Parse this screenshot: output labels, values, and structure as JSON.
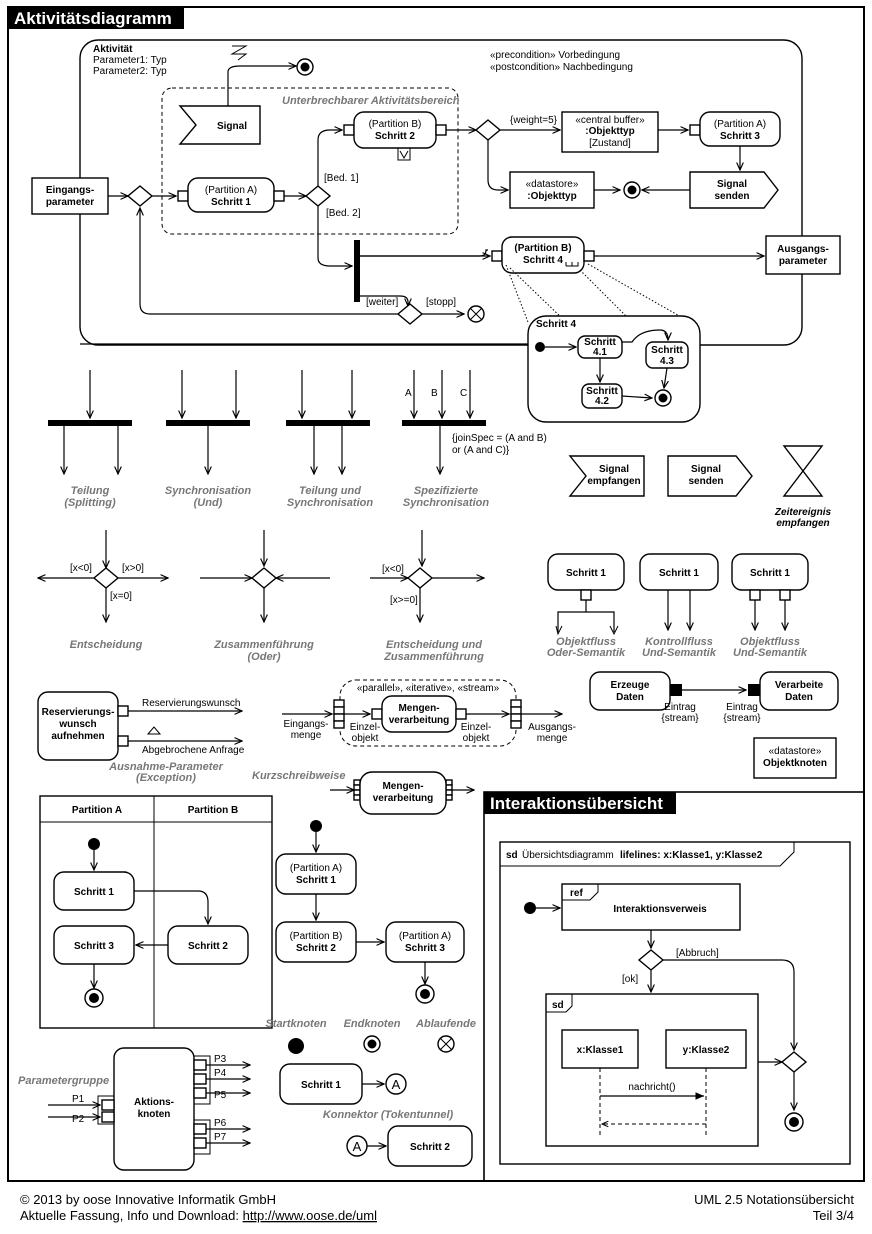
{
  "titles": {
    "main": "Aktivitätsdiagramm",
    "interaction": "Interaktionsübersicht"
  },
  "top": {
    "activity": [
      "Aktivität",
      "Parameter1: Typ",
      "Parameter2: Typ"
    ],
    "precondition": "«precondition»  Vorbedingung",
    "postcondition": "«postcondition»  Nachbedingung",
    "interruptible": "Unterbrechbarer Aktivitätsbereich",
    "signal": "Signal",
    "input_param": [
      "Eingangs-",
      "parameter"
    ],
    "step1": [
      "(Partition A)",
      "Schritt 1"
    ],
    "step2": [
      "(Partition B)",
      "Schritt 2"
    ],
    "cond1": "[Bed. 1]",
    "cond2": "[Bed. 2]",
    "weight": "{weight=5}",
    "central_buffer": [
      "«central buffer»",
      ":Objekttyp",
      "[Zustand]"
    ],
    "step3": [
      "(Partition A)",
      "Schritt 3"
    ],
    "datastore": [
      "«datastore»",
      ":Objekttyp"
    ],
    "signal_send": [
      "Signal",
      "senden"
    ],
    "step4": [
      "(Partition B)",
      "Schritt 4"
    ],
    "output_param": [
      "Ausgangs-",
      "parameter"
    ],
    "weiter": "[weiter]",
    "stopp": "[stopp]",
    "sub_title": "Schritt 4",
    "s41": [
      "Schritt",
      "4.1"
    ],
    "s42": [
      "Schritt",
      "4.2"
    ],
    "s43": [
      "Schritt",
      "4.3"
    ]
  },
  "forks": {
    "labels": [
      [
        "Teilung",
        "(Splitting)"
      ],
      [
        "Synchronisation",
        "(Und)"
      ],
      [
        "Teilung und",
        "Synchronisation"
      ],
      [
        "Spezifizierte",
        "Synchronisation"
      ]
    ],
    "abc": [
      "A",
      "B",
      "C"
    ],
    "joinspec": [
      "{joinSpec = (A and B)",
      "or (A and C)}"
    ]
  },
  "signals": {
    "receive": [
      "Signal",
      "empfangen"
    ],
    "send": [
      "Signal",
      "senden"
    ],
    "time": [
      "Zeitereignis",
      "empfangen"
    ]
  },
  "decisions": {
    "labels": [
      [
        "Entscheidung"
      ],
      [
        "Zusammenführung",
        "(Oder)"
      ],
      [
        "Entscheidung und",
        "Zusammenführung"
      ]
    ],
    "d1": [
      "[x<0]",
      "[x>0]",
      "[x=0]"
    ],
    "d3": [
      "[x<0]",
      "[x>=0]"
    ]
  },
  "flows": {
    "step": "Schritt 1",
    "labels": [
      [
        "Objektfluss",
        "Oder-Semantik"
      ],
      [
        "Kontrollfluss",
        "Und-Semantik"
      ],
      [
        "Objektfluss",
        "Und-Semantik"
      ]
    ]
  },
  "reservation": {
    "box": [
      "Reservierungs-",
      "wunsch",
      "aufnehmen"
    ],
    "out1": "Reservierungswunsch",
    "out2": "Abgebrochene Anfrage",
    "exc": [
      "Ausnahme-Parameter",
      "(Exception)"
    ]
  },
  "expansion": {
    "kinds": "«parallel», «iterative», «stream»",
    "box": [
      "Mengen-",
      "verarbeitung"
    ],
    "in": [
      "Eingangs-",
      "menge"
    ],
    "single_in": [
      "Einzel-",
      "objekt"
    ],
    "single_out": [
      "Einzel-",
      "objekt"
    ],
    "out": [
      "Ausgangs-",
      "menge"
    ],
    "short": "Kurzschreibweise"
  },
  "streams": {
    "produce": [
      "Erzeuge",
      "Daten"
    ],
    "process": [
      "Verarbeite",
      "Daten"
    ],
    "entry": [
      "Eintrag",
      "{stream}"
    ],
    "datastore": [
      "«datastore»",
      "Objektknoten"
    ]
  },
  "swimlane": {
    "a": "Partition A",
    "b": "Partition B",
    "s1": "Schritt 1",
    "s2": "Schritt 2",
    "s3": "Schritt 3"
  },
  "partnotation": {
    "s1": [
      "(Partition A)",
      "Schritt 1"
    ],
    "s2": [
      "(Partition B)",
      "Schritt 2"
    ],
    "s3": [
      "(Partition A)",
      "Schritt 3"
    ]
  },
  "nodes": {
    "start": "Startknoten",
    "end": "Endknoten",
    "flowend": "Ablaufende",
    "conn_step1": "Schritt 1",
    "conn_step2": "Schritt 2",
    "conn_letter": "A",
    "connector": "Konnektor (Tokentunnel)"
  },
  "action": {
    "group": "Parametergruppe",
    "node": [
      "Aktions-",
      "knoten"
    ],
    "pins": [
      "P1",
      "P2",
      "P3",
      "P4",
      "P5",
      "P6",
      "P7"
    ]
  },
  "interaction": {
    "sd_kw": "sd",
    "sd_title": "Übersichtsdiagramm",
    "lifelines": "lifelines:  x:Klasse1, y:Klasse2",
    "ref": "ref",
    "ref_name": "Interaktionsverweis",
    "abbruch": "[Abbruch]",
    "ok": "[ok]",
    "inner_sd": "sd",
    "x": "x:Klasse1",
    "y": "y:Klasse2",
    "msg": "nachricht()"
  },
  "footer": {
    "copyright": "© 2013 by oose Innovative Informatik GmbH",
    "current": "Aktuelle Fassung, Info und Download: ",
    "link": "http://www.oose.de/uml",
    "title": "UML 2.5 Notationsübersicht",
    "part": "Teil 3/4"
  }
}
